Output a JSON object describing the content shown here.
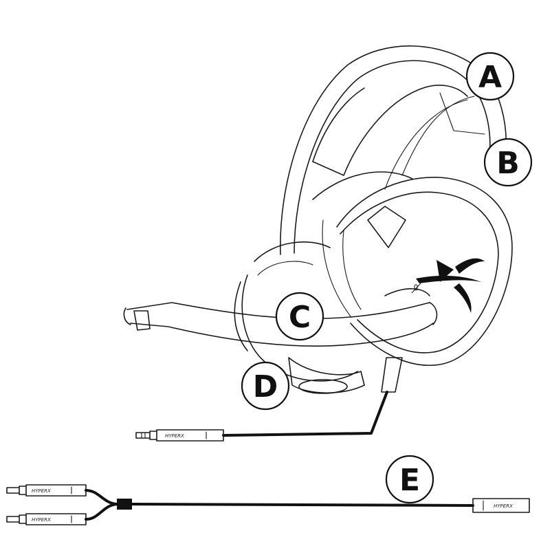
{
  "callouts": {
    "a": "A",
    "b": "B",
    "c": "C",
    "d": "D",
    "e": "E"
  },
  "brand": "HYPERX",
  "icons": [
    "hyperx-logo-icon",
    "mic-mute-icon"
  ]
}
